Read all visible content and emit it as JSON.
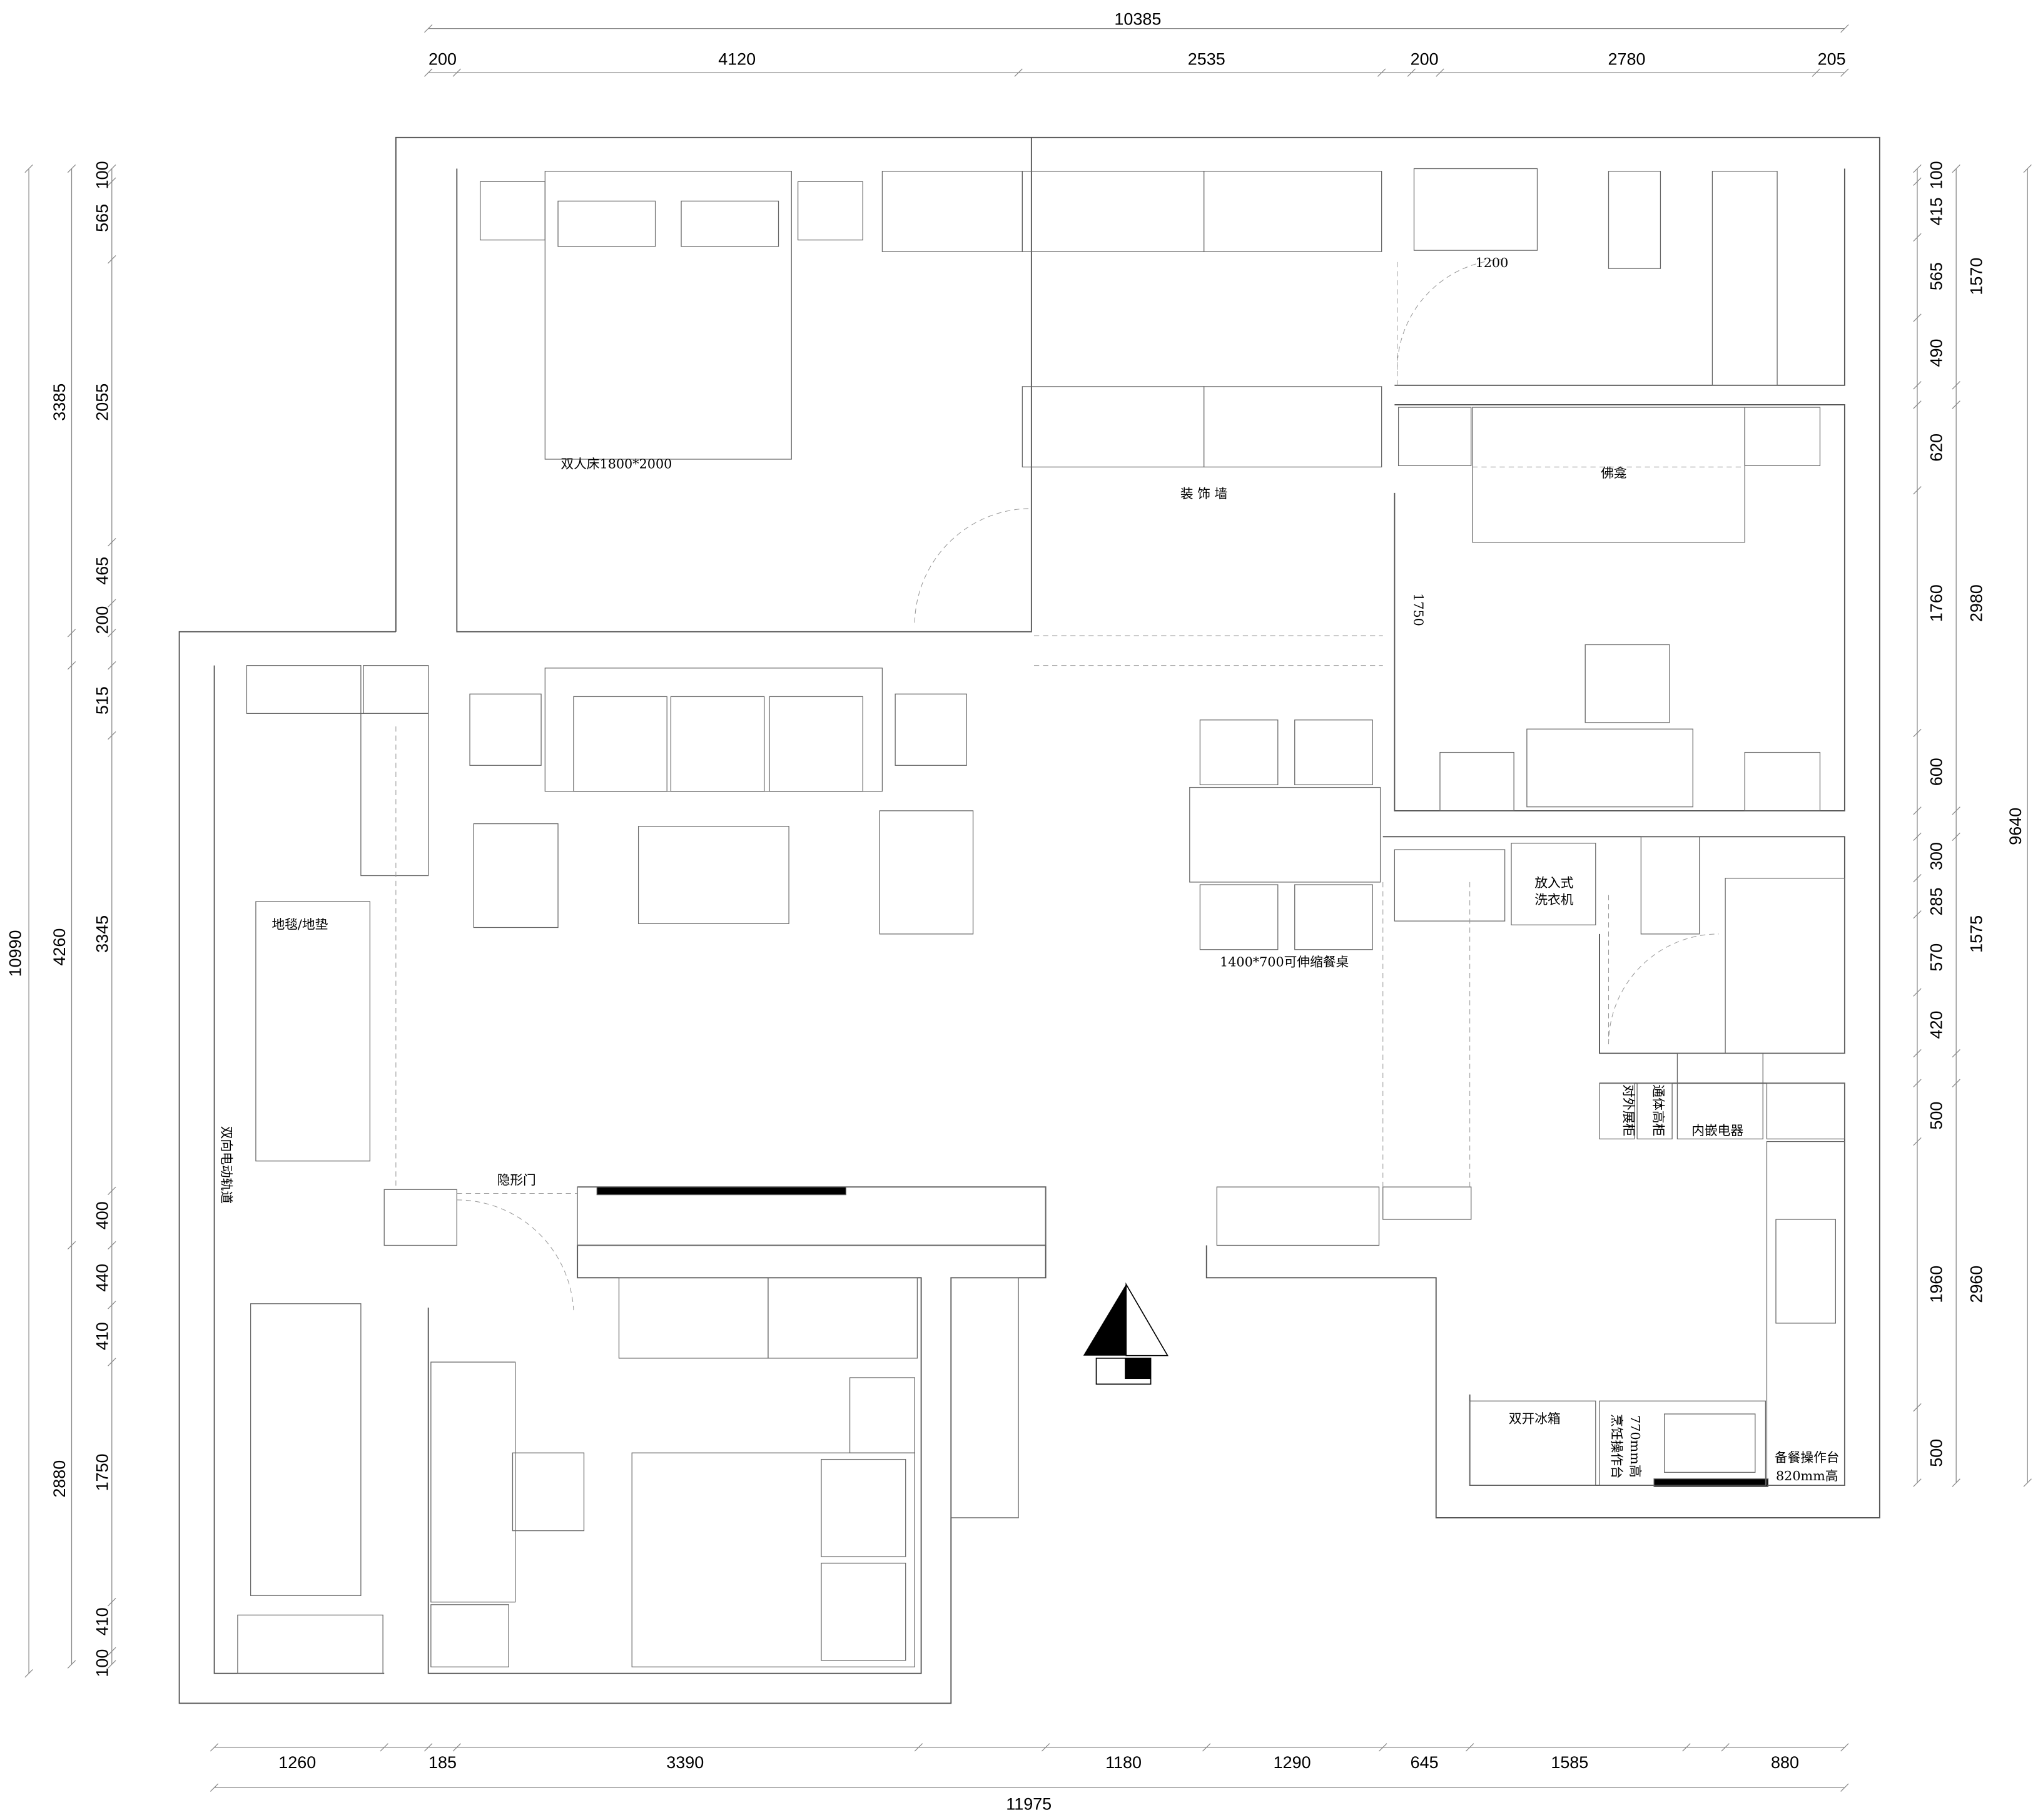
{
  "dimensions": {
    "top_total": "10385",
    "top": [
      "200",
      "4120",
      "2535",
      "200",
      "2780",
      "205"
    ],
    "left_total": "10990",
    "left_mid": [
      "3385",
      "4260",
      "2880"
    ],
    "left_inner": [
      "100",
      "565",
      "2055",
      "465",
      "200",
      "515",
      "3345",
      "400",
      "440",
      "410",
      "1750",
      "410",
      "100"
    ],
    "right_inner": [
      "100",
      "415",
      "565",
      "490",
      "620",
      "1760",
      "600",
      "300",
      "285",
      "570",
      "420",
      "500",
      "1960",
      "500"
    ],
    "right_mid": [
      "1570",
      "2980",
      "1575",
      "2960"
    ],
    "right_total": "9640",
    "bottom": [
      "1260",
      "185",
      "3390",
      "1180",
      "1290",
      "645",
      "1585",
      "880"
    ],
    "bottom_total": "11975"
  },
  "labels": {
    "double_bed": "双人床1800*2000",
    "feature_wall": "装 饰 墙",
    "shrine": "佛龛",
    "span_1750": "1750",
    "span_1200": "1200",
    "dining_table": "1400*700可伸缩餐桌",
    "washer_1": "放入式",
    "washer_2": "洗衣机",
    "display_cabinet": "对外展柜",
    "tall_cabinet": "通体高柜",
    "built_in_appliance": "内嵌电器",
    "fridge": "双开冰箱",
    "cooking_counter_1": "烹饪操作台",
    "cooking_counter_2": "770mm高",
    "prep_counter_1": "备餐操作台",
    "prep_counter_2": "820mm高",
    "rug": "地毯/地垫",
    "curtain_track": "双向电动轨道",
    "hidden_door": "隐形门"
  }
}
